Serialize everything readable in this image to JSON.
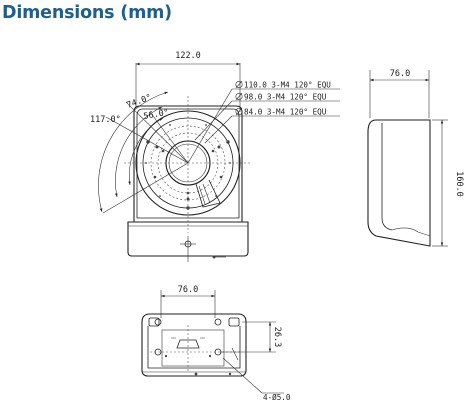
{
  "title": "Dimensions (mm)",
  "front": {
    "width": "122.0",
    "angle_outer": "117.0°",
    "angle_mid": "74.0°",
    "angle_inner": "56.0°",
    "hole_110": "110.0 3-M4 120° EQU",
    "hole_98": "98.0 3-M4 120° EQU",
    "hole_84": "84.0 3-M4 120° EQU"
  },
  "side": {
    "depth": "76.0",
    "height": "160.0"
  },
  "bottom": {
    "width": "76.0",
    "height": "26.3",
    "holes": "4-Ø5.0"
  }
}
